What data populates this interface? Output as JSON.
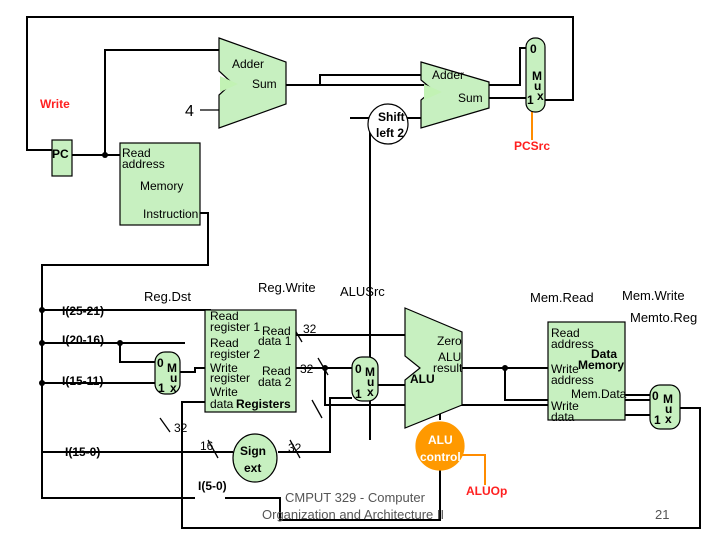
{
  "adder1": {
    "title": "Adder",
    "sum": "Sum"
  },
  "adder2": {
    "title": "Adder",
    "sum": "Sum"
  },
  "pc_mux": {
    "in0": "0",
    "m": "M",
    "u": "u",
    "x": "x",
    "in1": "1"
  },
  "pcsrc": "PCSrc",
  "write_label": "Write",
  "pc_label": "PC",
  "const4": "4",
  "shift": {
    "line1": "Shift",
    "line2": "left 2"
  },
  "imem": {
    "read_address_1": "Read",
    "read_address_2": "address",
    "memory": "Memory",
    "instruction": "Instruction"
  },
  "regdst": "Reg.Dst",
  "regwrite": "Reg.Write",
  "alusrc": "ALUSrc",
  "memread": "Mem.Read",
  "memwrite": "Mem.Write",
  "memtoreg": "Memto.Reg",
  "fields": {
    "f1": "I(25-21)",
    "f2": "I(20-16)",
    "f3": "I(15-11)",
    "f4": "I(15-0)",
    "f5": "I(5-0)"
  },
  "regdst_mux": {
    "in0": "0",
    "m": "M",
    "u": "u",
    "x": "x",
    "in1": "1"
  },
  "regfile": {
    "read1a": "Read",
    "read1b": "register 1",
    "read_data1a": "Read",
    "read_data1b": "data 1",
    "read2a": "Read",
    "read2b": "register 2",
    "writea": "Write",
    "writeb": "register",
    "read_data2a": "Read",
    "read_data2b": "data 2",
    "writedataa": "Write",
    "writedatab": "data",
    "title": "Registers"
  },
  "alusrc_mux": {
    "in0": "0",
    "m": "M",
    "u": "u",
    "x": "x",
    "in1": "1"
  },
  "alu": {
    "zero": "Zero",
    "result1": "ALU",
    "result2": "result",
    "title": "ALU"
  },
  "alucontrol": {
    "line1": "ALU",
    "line2": "control"
  },
  "aluop": "ALUOp",
  "signext": {
    "line1": "Sign",
    "line2": "ext"
  },
  "widths": {
    "w16": "16",
    "w32a": "32",
    "w32b": "32",
    "w32c": "32",
    "w32d": "32"
  },
  "dmem": {
    "read1": "Read",
    "read2": "address",
    "data": "Data",
    "memory": "Memory",
    "write1": "Write",
    "write2": "address",
    "memdata": "Mem.Data",
    "writedata1": "Write",
    "writedata2": "data"
  },
  "memtoreg_mux": {
    "in0": "0",
    "m": "M",
    "u": "u",
    "x": "x",
    "in1": "1"
  },
  "footer": {
    "line1": "CMPUT 329 - Computer",
    "line2": "Organization and Architecture II",
    "page": "21"
  }
}
